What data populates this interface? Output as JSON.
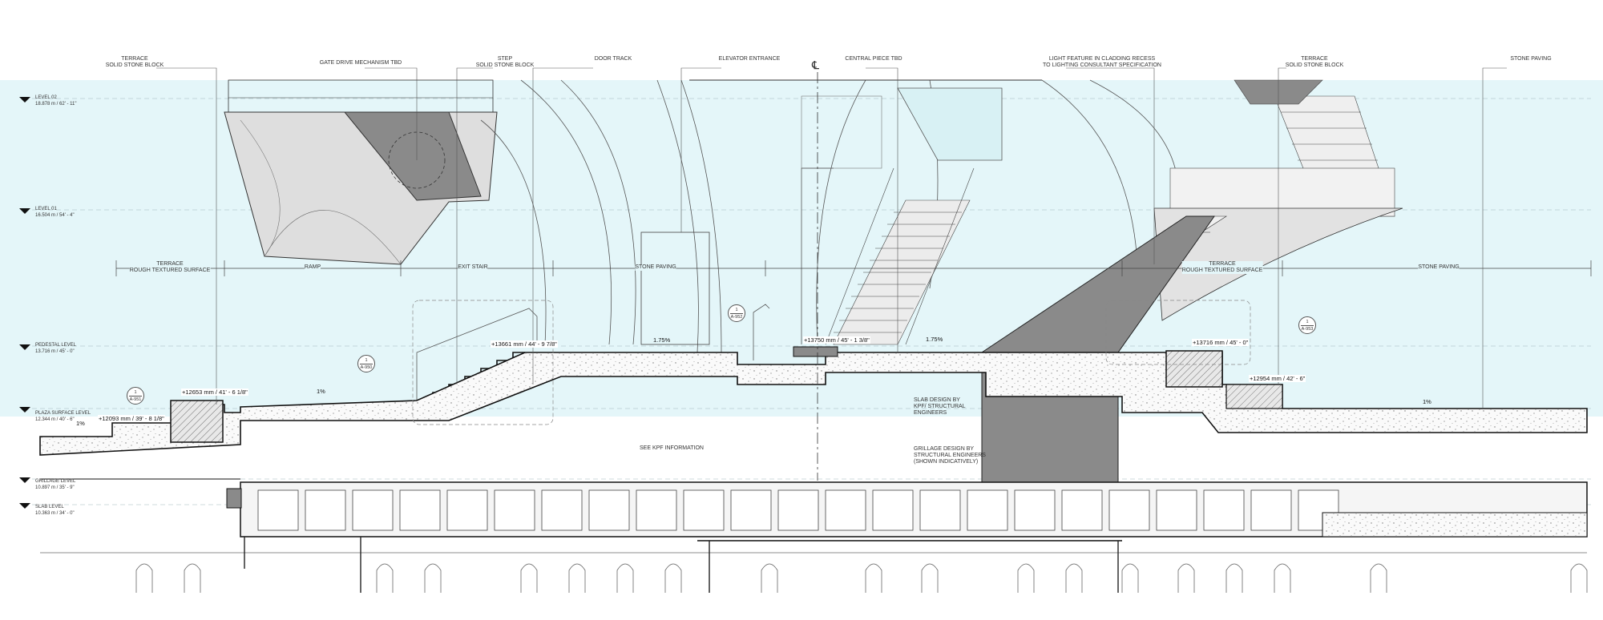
{
  "callouts_top": [
    {
      "id": "terrace-left",
      "text": "TERRACE\nSOLID STONE BLOCK"
    },
    {
      "id": "gate",
      "text": "GATE DRIVE MECHANISM TBD"
    },
    {
      "id": "step",
      "text": "STEP\nSOLID STONE BLOCK"
    },
    {
      "id": "door",
      "text": "DOOR TRACK"
    },
    {
      "id": "elevator",
      "text": "ELEVATOR ENTRANCE"
    },
    {
      "id": "central",
      "text": "CENTRAL PIECE TBD"
    },
    {
      "id": "light",
      "text": "LIGHT FEATURE IN CLADDING RECESS\nTO LIGHTING CONSULTANT SPECIFICATION"
    },
    {
      "id": "terrace-right",
      "text": "TERRACE\nSOLID STONE BLOCK"
    },
    {
      "id": "paving-right",
      "text": "STONE PAVING"
    }
  ],
  "zones": [
    {
      "id": "terrace-rough-left",
      "text": "TERRACE\nROUGH TEXTURED SURFACE"
    },
    {
      "id": "ramp",
      "text": "RAMP"
    },
    {
      "id": "exit-stair",
      "text": "EXIT STAIR"
    },
    {
      "id": "stone-paving-mid",
      "text": "STONE PAVING"
    },
    {
      "id": "terrace-rough-right",
      "text": "TERRACE\nROUGH TEXTURED SURFACE"
    },
    {
      "id": "stone-paving-right",
      "text": "STONE PAVING"
    }
  ],
  "levels": [
    {
      "name": "LEVEL 02",
      "value": "18.878 m / 62' - 11\""
    },
    {
      "name": "LEVEL 01",
      "value": "16.504 m / 54' - 4\""
    },
    {
      "name": "PEDESTAL LEVEL",
      "value": "13.716 m / 45' - 0\""
    },
    {
      "name": "PLAZA SURFACE LEVEL",
      "value": "12.344 m / 40' - 6\""
    },
    {
      "name": "GRILLAGE LEVEL",
      "value": "10.897 m / 35' - 9\""
    },
    {
      "name": "SLAB LEVEL",
      "value": "10.363 m / 34' - 0\""
    }
  ],
  "elevations": [
    {
      "id": "e1",
      "text": "+12093 mm / 39' - 8 1/8\""
    },
    {
      "id": "e2",
      "text": "+12653 mm / 41' - 6 1/8\""
    },
    {
      "id": "e3",
      "text": "+13661 mm / 44' - 9 7/8\""
    },
    {
      "id": "e4",
      "text": "+13750 mm / 45' - 1 3/8\""
    },
    {
      "id": "e5",
      "text": "+13716 mm / 45' - 0\""
    },
    {
      "id": "e6",
      "text": "+12954 mm / 42' - 6\""
    }
  ],
  "slopes": [
    "1%",
    "1%",
    "1.75%",
    "1.75%",
    "1%"
  ],
  "detail_tags": [
    {
      "id": "t1",
      "num": "1",
      "sheet": "A-951"
    },
    {
      "id": "t2",
      "num": "1",
      "sheet": "A-950"
    },
    {
      "id": "t3",
      "num": "1",
      "sheet": "A-952"
    },
    {
      "id": "t4",
      "num": "1",
      "sheet": "A-953"
    }
  ],
  "centerline_symbol": "℄",
  "notes": {
    "slab": "SLAB DESIGN BY\nKPF/ STRUCTURAL\nENGINEERS",
    "kpf": "SEE KPF INFORMATION",
    "grillage": "GRILLAGE DESIGN BY\nSTRUCTURAL ENGINEERS\n(SHOWN INDICATIVELY)"
  },
  "colors": {
    "sky": "#e4f6f9",
    "line": "#222222",
    "grey_fill": "#8a8a8a",
    "light_grey": "#cfcfcf"
  }
}
